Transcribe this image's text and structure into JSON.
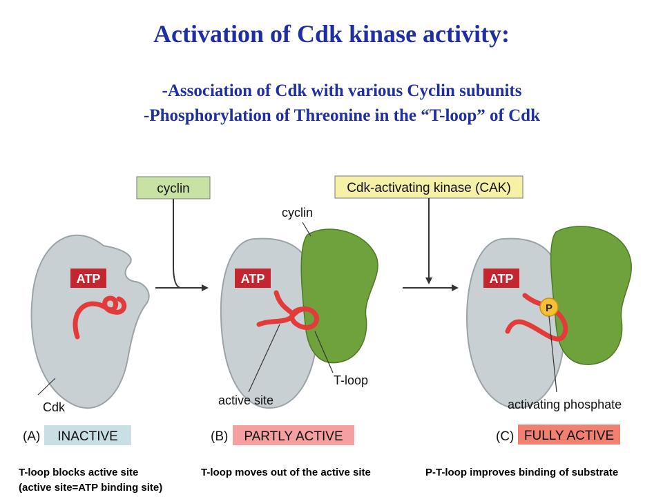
{
  "header": {
    "title": "Activation of Cdk kinase activity:",
    "subtitle_lines": [
      "-Association of Cdk with various Cyclin subunits",
      "-Phosphorylation of Threonine in the “T-loop” of Cdk"
    ]
  },
  "diagram": {
    "reagent_cyclin": "cyclin",
    "reagent_cak": "Cdk-activating kinase (CAK)",
    "atp_label": "ATP",
    "phosphate_symbol": "P",
    "labels": {
      "cdk": "Cdk",
      "cyclin": "cyclin",
      "t_loop": "T-loop",
      "active_site": "active site",
      "activating_phosphate": "activating phosphate"
    },
    "panels": [
      {
        "letter": "(A)",
        "state": "INACTIVE",
        "state_color": "#c9dfe4"
      },
      {
        "letter": "(B)",
        "state": "PARTLY ACTIVE",
        "state_color": "#f5a0a0"
      },
      {
        "letter": "(C)",
        "state": "FULLY ACTIVE",
        "state_color": "#f08070"
      }
    ],
    "colors": {
      "cdk_body": "#c9d0d3",
      "cyclin_body": "#6fa23c",
      "loop": "#e33a3a",
      "atp_box": "#c3262f",
      "phosphate": "#f5c033",
      "cyclin_tag": "#c8e2a4",
      "cak_tag": "#f6f1a6"
    }
  },
  "captions": [
    "T-loop blocks active site",
    "(active site=ATP binding site)",
    "T-loop moves out of the active site",
    "P-T-loop improves binding of substrate"
  ]
}
